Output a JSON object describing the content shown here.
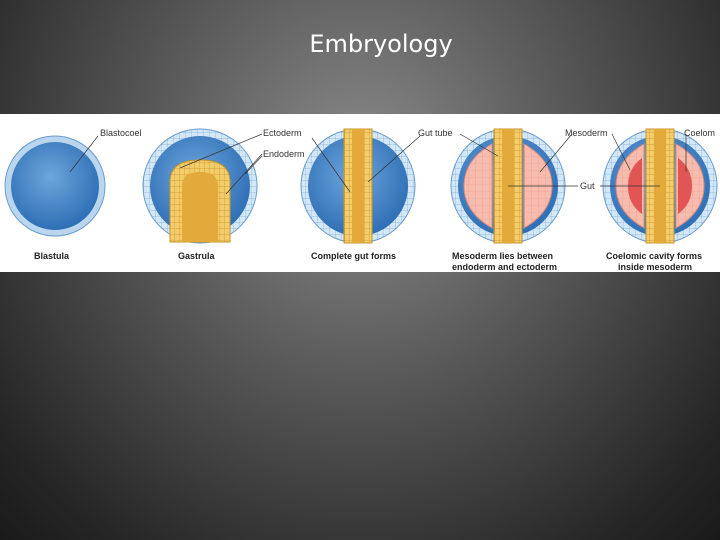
{
  "slide": {
    "title": "Embryology"
  },
  "figure": {
    "stages": [
      {
        "caption": "Blastula"
      },
      {
        "caption": "Gastrula"
      },
      {
        "caption": "Complete gut forms"
      },
      {
        "caption_line1": "Mesoderm lies between",
        "caption_line2": "endoderm and ectoderm"
      },
      {
        "caption_line1": "Coelomic cavity forms",
        "caption_line2": "inside mesoderm"
      }
    ],
    "labels": {
      "blastocoel": "Blastocoel",
      "ectoderm": "Ectoderm",
      "endoderm": "Endoderm",
      "gut_tube": "Gut tube",
      "mesoderm": "Mesoderm",
      "gut": "Gut",
      "coelom": "Coelom"
    },
    "colors": {
      "blue_fill": "#3f7fc4",
      "blue_dark": "#2a5d9a",
      "ectoderm_cell": "#cfe4f4",
      "endoderm_yellow": "#f2c55a",
      "endoderm_dark": "#d9a32f",
      "mesoderm_pink": "#f7b7a8",
      "coelom_red": "#e45a5a"
    }
  }
}
